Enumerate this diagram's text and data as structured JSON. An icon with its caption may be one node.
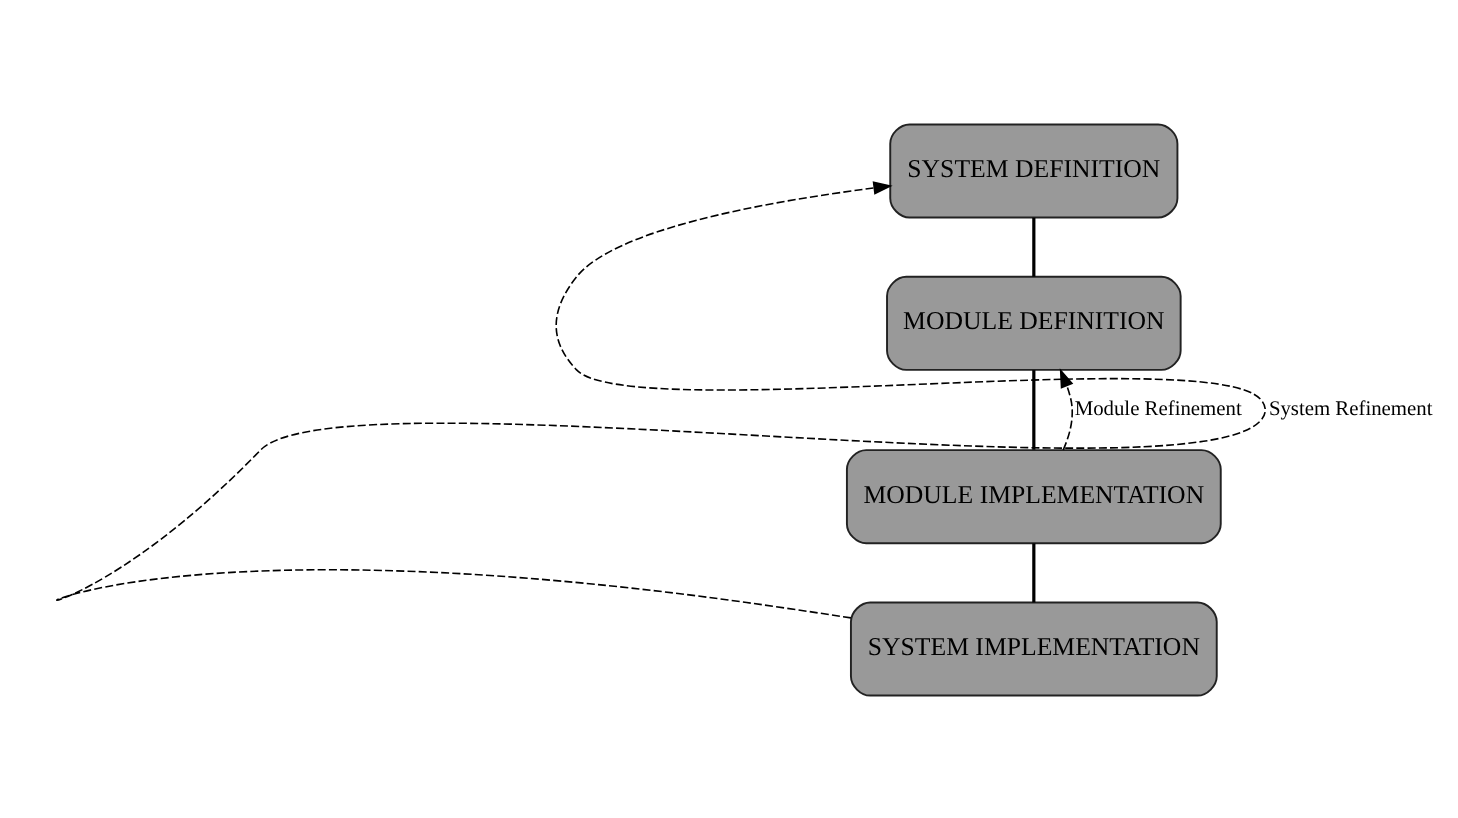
{
  "diagram": {
    "nodes": [
      {
        "text": [
          "SYSTEM DEFINITION"
        ]
      },
      {
        "text": [
          "MODULE DEFINITION"
        ]
      },
      {
        "text": [
          "MODULE IMPLEMENTATION"
        ]
      },
      {
        "text": [
          "SYSTEM IMPLEMENTATION"
        ]
      }
    ],
    "edges": [
      {
        "from": 0,
        "to": 1,
        "arrow": "none"
      },
      {
        "from": 1,
        "to": 2,
        "arrow": "none"
      },
      {
        "from": 2,
        "to": 3,
        "arrow": "none"
      },
      {
        "from": 2,
        "to": 1,
        "arrow": "to",
        "style": "dashed",
        "label": "Module Refinement"
      },
      {
        "from": 3,
        "to": 0,
        "arrow": "to",
        "style": "dashed",
        "label": "System Refinement"
      }
    ]
  }
}
